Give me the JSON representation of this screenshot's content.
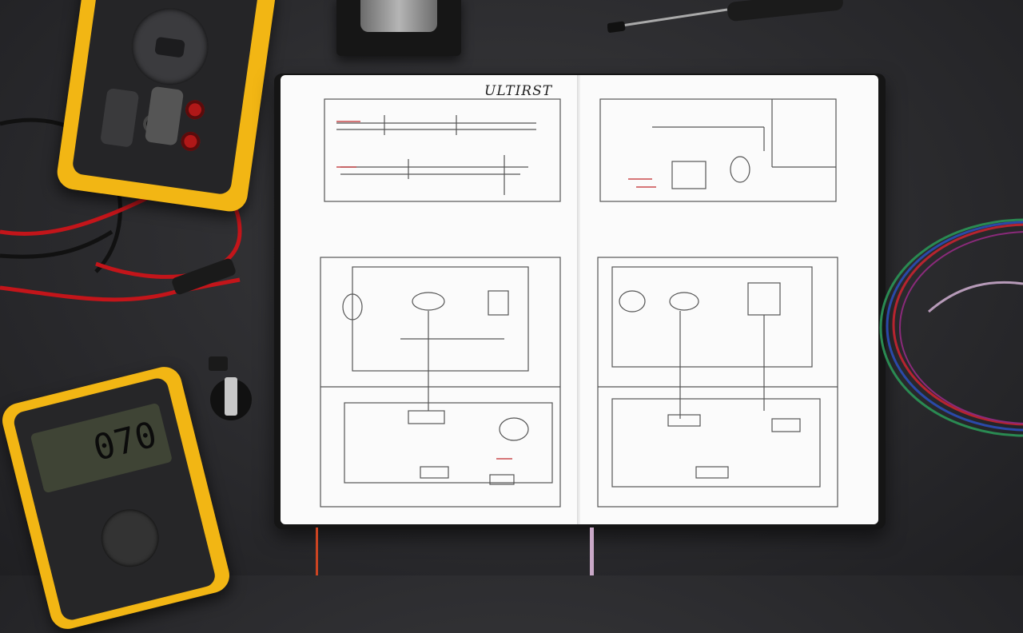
{
  "scene": {
    "description_tags": [
      "multimeter",
      "multimeter",
      "notebook",
      "solder-spool",
      "screwdriver",
      "potentiometer",
      "wire-coil"
    ]
  },
  "notebook": {
    "title": "ULTIRST"
  },
  "multimeter_bottom": {
    "display": "070"
  },
  "colors": {
    "meter_yellow": "#f2b614",
    "desk": "#2b2b2e",
    "page": "#fbfbfb",
    "ink": "#333333",
    "accent_red": "#c0262a"
  }
}
